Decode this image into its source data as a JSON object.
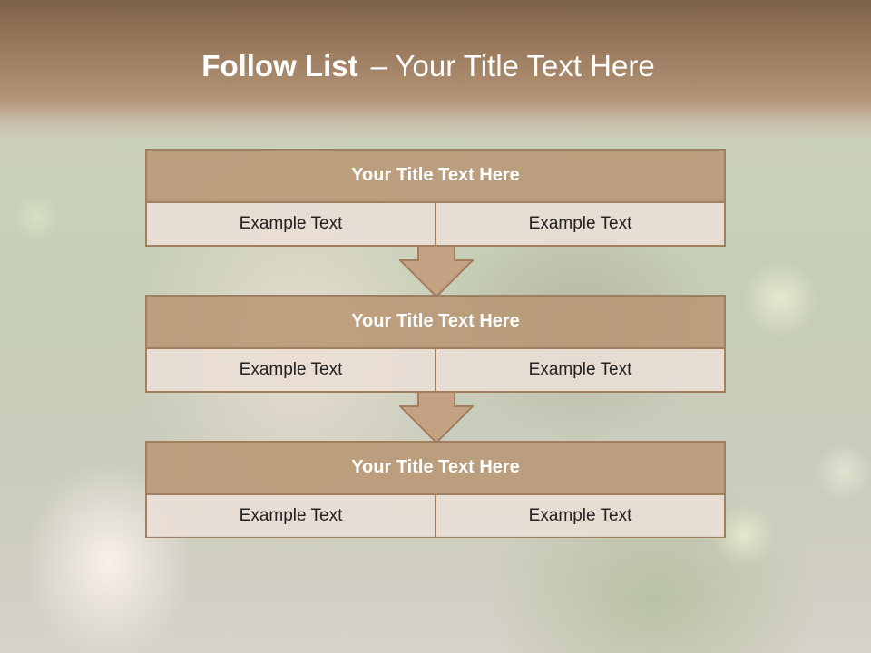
{
  "title": {
    "bold": "Follow List",
    "rest": "– Your Title Text Here"
  },
  "blocks": [
    {
      "heading": "Your Title Text Here",
      "left": "Example Text",
      "right": "Example Text"
    },
    {
      "heading": "Your Title Text Here",
      "left": "Example Text",
      "right": "Example Text"
    },
    {
      "heading": "Your Title Text Here",
      "left": "Example Text",
      "right": "Example Text"
    }
  ],
  "colors": {
    "accent": "#b8966f",
    "border": "#a07e5f",
    "cell_fill": "#ece0d8",
    "header_band": "#9a7b5e"
  }
}
